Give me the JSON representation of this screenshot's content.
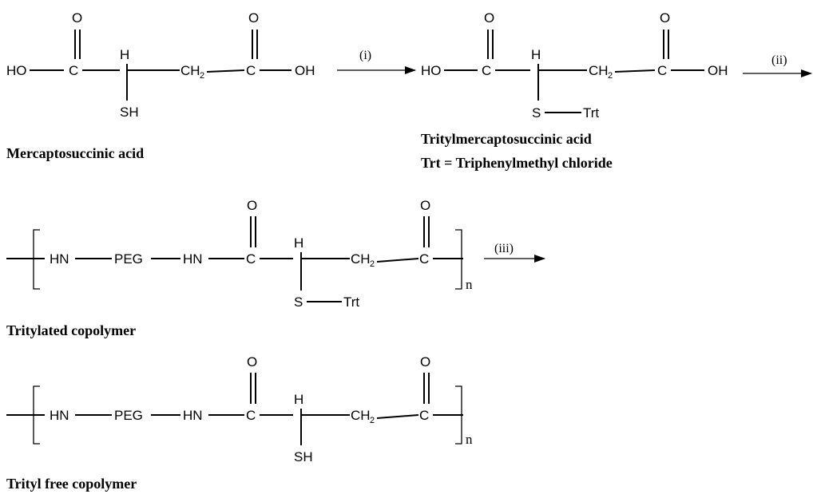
{
  "atoms": {
    "ho": "HO",
    "oh": "OH",
    "c": "C",
    "h": "H",
    "o": "O",
    "ch": "CH",
    "two": "2",
    "sh": "SH",
    "s": "S",
    "trt": "Trt",
    "hn": "HN",
    "peg": "PEG",
    "n": "n"
  },
  "steps": {
    "i": "(i)",
    "ii": "(ii)",
    "iii": "(iii)"
  },
  "captions": {
    "mercaptosuccinic": "Mercaptosuccinic acid",
    "tritylmercapto": "Tritylmercaptosuccinic acid",
    "trt_definition": "Trt = Triphenylmethyl chloride",
    "tritylated": "Tritylated copolymer",
    "trityl_free": "Trityl free copolymer"
  }
}
